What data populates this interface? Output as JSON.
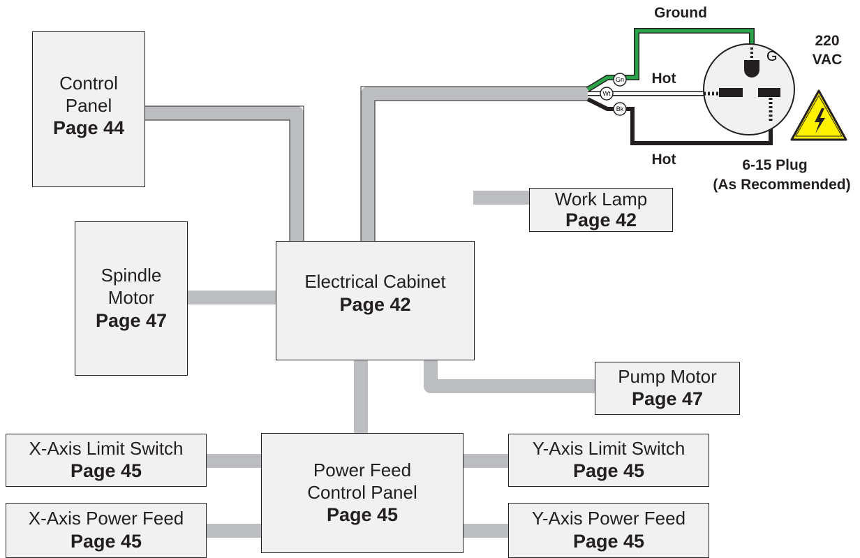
{
  "boxes": {
    "control_panel": {
      "lines": [
        "Control",
        "Panel"
      ],
      "page": "Page 44"
    },
    "spindle_motor": {
      "lines": [
        "Spindle",
        "Motor"
      ],
      "page": "Page 47"
    },
    "electrical_cabinet": {
      "lines": [
        "Electrical Cabinet"
      ],
      "page": "Page 42"
    },
    "work_lamp": {
      "lines": [
        "Work Lamp"
      ],
      "page": "Page 42"
    },
    "pump_motor": {
      "lines": [
        "Pump Motor"
      ],
      "page": "Page 47"
    },
    "power_feed_control_panel": {
      "lines": [
        "Power Feed",
        "Control Panel"
      ],
      "page": "Page 45"
    },
    "x_axis_limit_switch": {
      "lines": [
        "X-Axis Limit Switch"
      ],
      "page": "Page 45"
    },
    "x_axis_power_feed": {
      "lines": [
        "X-Axis Power Feed"
      ],
      "page": "Page 45"
    },
    "y_axis_limit_switch": {
      "lines": [
        "Y-Axis Limit Switch"
      ],
      "page": "Page 45"
    },
    "y_axis_power_feed": {
      "lines": [
        "Y-Axis Power Feed"
      ],
      "page": "Page 45"
    }
  },
  "plug": {
    "ground_label": "Ground",
    "hot_top_label": "Hot",
    "hot_bottom_label": "Hot",
    "voltage_line1": "220",
    "voltage_line2": "VAC",
    "plug_name": "6-15 Plug",
    "plug_note": "(As Recommended)",
    "ground_pin_label": "G",
    "wire_green": "Gn",
    "wire_white": "Wt",
    "wire_black": "Bk"
  },
  "colors": {
    "cable": "#bcbdc0",
    "box_fill": "#f1f1f2",
    "outline": "#231f20",
    "ground_wire": "#2aa34a",
    "warning_yellow": "#fff200"
  }
}
